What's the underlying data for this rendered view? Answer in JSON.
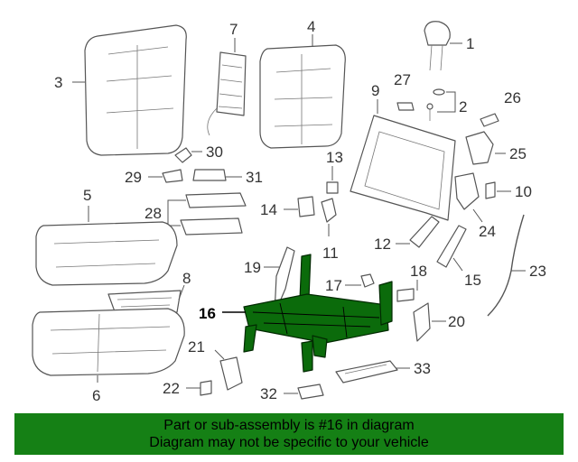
{
  "callouts": {
    "c1": "1",
    "c2": "2",
    "c3": "3",
    "c4": "4",
    "c5": "5",
    "c6": "6",
    "c7": "7",
    "c8": "8",
    "c9": "9",
    "c10": "10",
    "c11": "11",
    "c12": "12",
    "c13": "13",
    "c14": "14",
    "c15": "15",
    "c16": "16",
    "c17": "17",
    "c18": "18",
    "c19": "19",
    "c20": "20",
    "c21": "21",
    "c22": "22",
    "c23": "23",
    "c24": "24",
    "c25": "25",
    "c26": "26",
    "c27": "27",
    "c28": "28",
    "c29": "29",
    "c30": "30",
    "c31": "31",
    "c32": "32",
    "c33": "33"
  },
  "highlighted_part": "16",
  "colors": {
    "highlight": "#0b6b0b",
    "banner": "#158015"
  },
  "banner": {
    "line1": "Part or sub-assembly is #16 in diagram",
    "line2": "Diagram may not be specific to your vehicle"
  }
}
